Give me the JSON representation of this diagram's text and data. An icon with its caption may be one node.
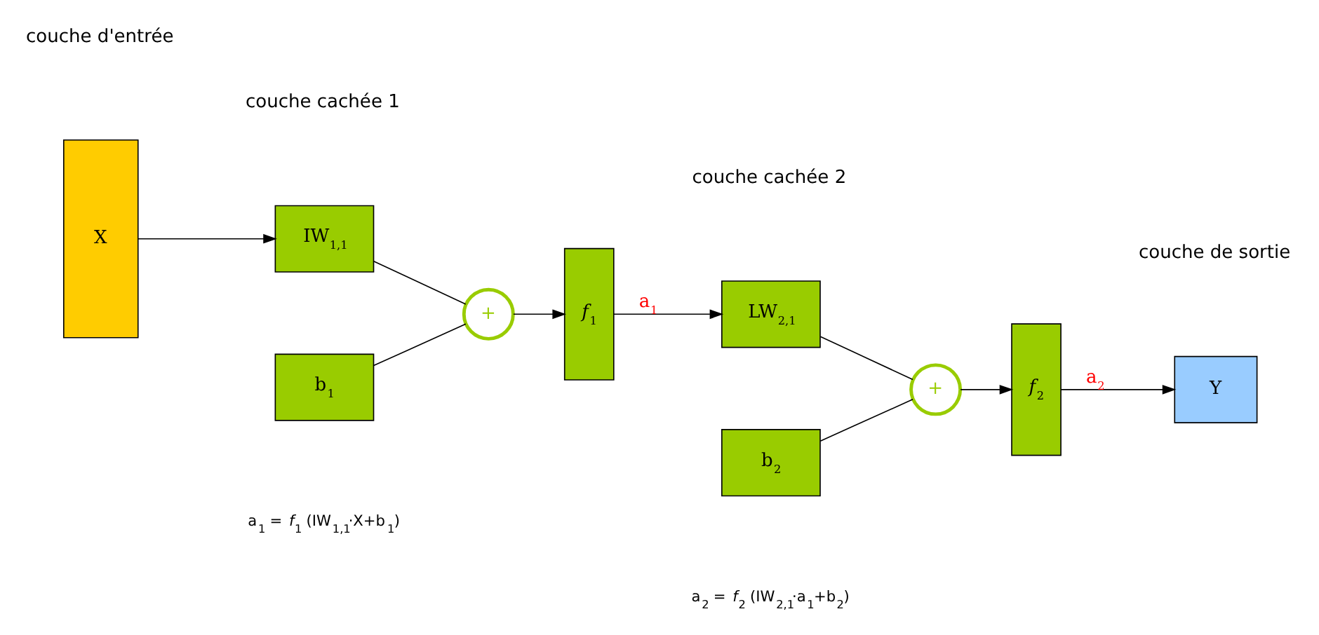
{
  "diagram": {
    "nodes": [
      {
        "text": [
          "X"
        ]
      },
      {
        "text": [
          "IW$_{1,1}$"
        ]
      },
      {
        "text": [
          "b$_{1}$"
        ]
      },
      {
        "text": [
          "+"
        ]
      },
      {
        "text": [
          "*f*$_{1}$"
        ]
      },
      {
        "text": [
          "LW$_{2,1}$"
        ]
      },
      {
        "text": [
          "b$_{2}$"
        ]
      },
      {
        "text": [
          "+"
        ]
      },
      {
        "text": [
          "*f*$_{2}$"
        ]
      },
      {
        "text": [
          "Y"
        ]
      }
    ],
    "edges": [
      {
        "from": 0,
        "to": 1,
        "arrow": "to"
      },
      {
        "from": 1,
        "to": 3,
        "arrow": "none"
      },
      {
        "from": 2,
        "to": 3,
        "arrow": "none"
      },
      {
        "from": 3,
        "to": 4,
        "arrow": "to"
      },
      {
        "from": 4,
        "to": 5,
        "arrow": "to",
        "label": "a$_{1}$"
      },
      {
        "from": 5,
        "to": 7,
        "arrow": "none"
      },
      {
        "from": 6,
        "to": 7,
        "arrow": "none"
      },
      {
        "from": 7,
        "to": 8,
        "arrow": "to"
      },
      {
        "from": 8,
        "to": 9,
        "arrow": "to",
        "label": "a$_{2}$"
      }
    ],
    "labels": [
      "couche d'entrée",
      "couche cachée 1",
      "couche cachée 2",
      "couche de sortie",
      "a$_{1}$ = *f*$_{1}$ (IW$_{1,1}$·X+b$_{1}$)",
      "a$_{2}$ = *f*$_{2}$ (IW$_{2,1}$·a$_{1}$+b$_{2}$)"
    ]
  }
}
